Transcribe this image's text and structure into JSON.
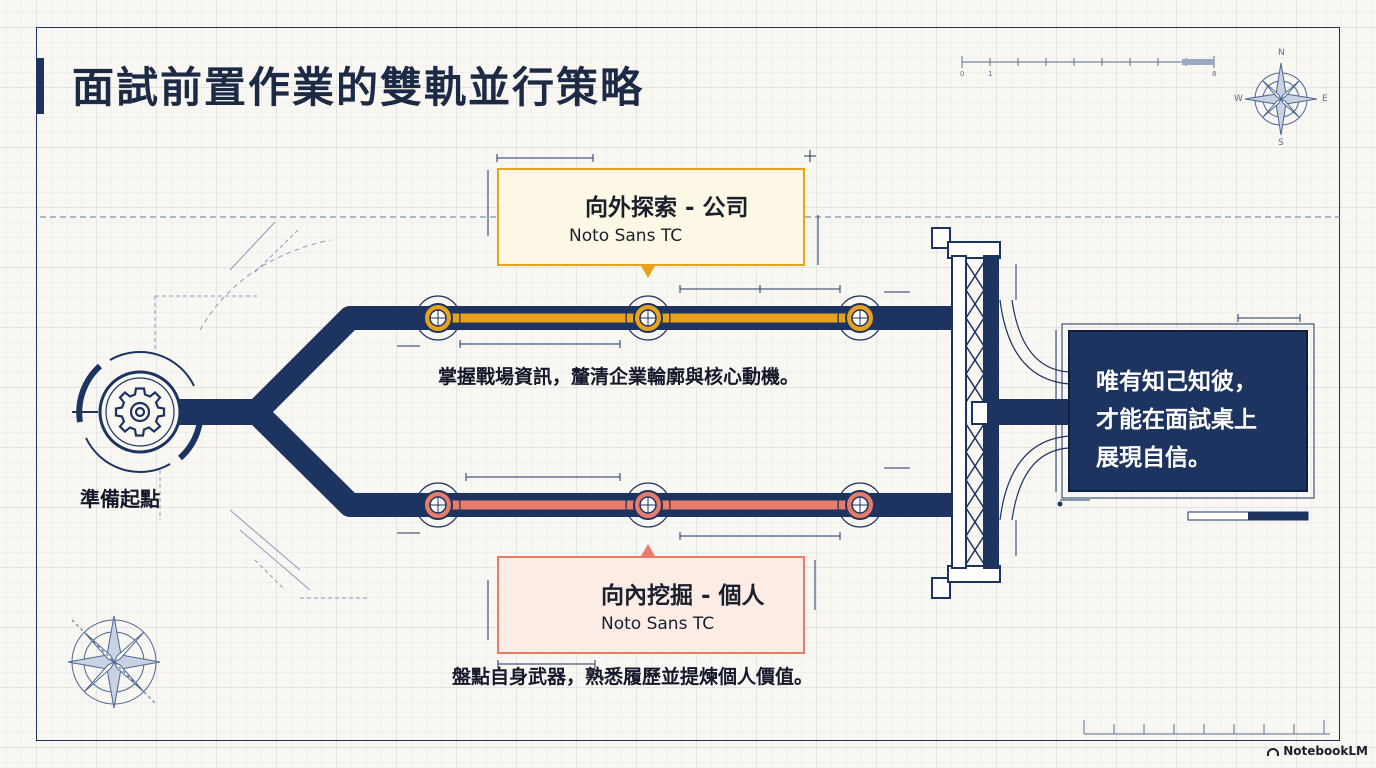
{
  "title": "面試前置作業的雙軌並行策略",
  "start": {
    "label": "準備起點",
    "icon": "gear-icon"
  },
  "tracks": {
    "top": {
      "card_title": "向外探索 - 公司",
      "card_subtitle": "Noto Sans TC",
      "icon": "building-search-icon",
      "description": "掌握戰場資訊，釐清企業輪廓與核心動機。",
      "color": "#e8a21b"
    },
    "bottom": {
      "card_title": "向內挖掘 - 個人",
      "card_subtitle": "Noto Sans TC",
      "icon": "person-gear-icon",
      "description": "盤點自身武器，熟悉履歷並提煉個人價值。",
      "color": "#e77c6a"
    }
  },
  "goal": {
    "lines": [
      "唯有知己知彼，",
      "才能在面試桌上",
      "展現自信。"
    ]
  },
  "compass": {
    "n": "N",
    "e": "E",
    "s": "S",
    "w": "W"
  },
  "ruler": {
    "start": "0",
    "one": "1",
    "end": "8"
  },
  "brand": "NotebookLM",
  "colors": {
    "navy": "#1d3461",
    "orange": "#e8a21b",
    "salmon": "#e77c6a"
  }
}
